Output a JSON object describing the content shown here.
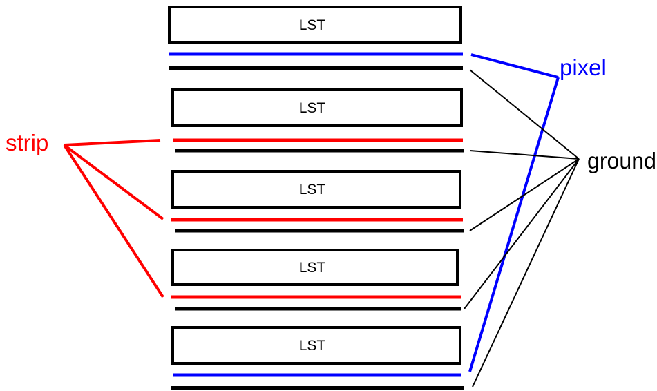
{
  "diagram": {
    "layer_label": "LST",
    "labels": {
      "strip": "strip",
      "pixel": "pixel",
      "ground": "ground"
    },
    "colors": {
      "strip": "#ff0000",
      "pixel": "#0000ff",
      "ground": "#000000",
      "frame": "#000000"
    }
  }
}
